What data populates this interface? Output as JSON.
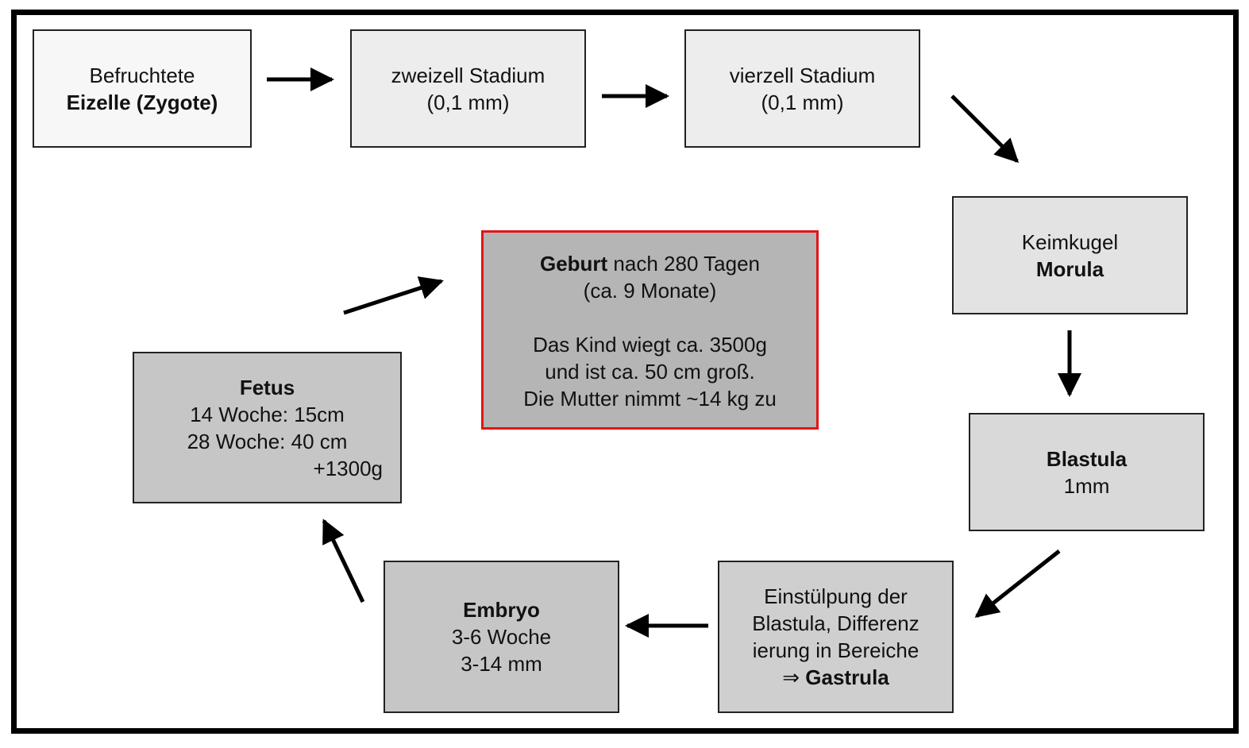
{
  "zygote": {
    "line1": "Befruchtete",
    "line2": "Eizelle (Zygote)"
  },
  "zwei": {
    "line1": "zweizell Stadium",
    "line2": "(0,1 mm)"
  },
  "vier": {
    "line1": "vierzell Stadium",
    "line2": "(0,1 mm)"
  },
  "morula": {
    "line1": "Keimkugel",
    "line2": "Morula"
  },
  "blastula": {
    "line1": "Blastula",
    "line2": "1mm"
  },
  "gastrula": {
    "line1": "Einstülpung der",
    "line2": "Blastula, Differenz",
    "line3": "ierung in Bereiche",
    "arrow": "⇒",
    "line4": "Gastrula"
  },
  "embryo": {
    "line1": "Embryo",
    "line2": "3-6 Woche",
    "line3": "3-14 mm"
  },
  "fetus": {
    "line1": "Fetus",
    "line2": "14 Woche: 15cm",
    "line3": "28 Woche: 40 cm",
    "line4": "+1300g"
  },
  "geburt": {
    "bold": "Geburt",
    "rest": " nach 280 Tagen",
    "line2": "(ca. 9 Monate)",
    "line3": "Das Kind wiegt ca. 3500g",
    "line4": "und ist ca. 50 cm groß.",
    "line5": "Die Mutter nimmt ~14 kg zu"
  },
  "colors": {
    "border": "#000000",
    "highlight": "#e31414"
  }
}
